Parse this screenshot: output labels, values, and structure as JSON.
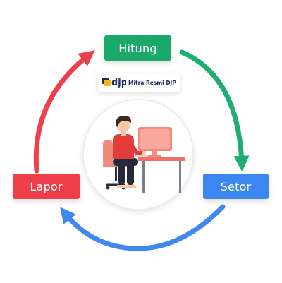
{
  "steps": {
    "hitung": "Hitung",
    "setor": "Setor",
    "lapor": "Lapor"
  },
  "badge": {
    "logo_text": "djp",
    "text": "Mitra Resmi DJP"
  },
  "colors": {
    "hitung": "#1aa86b",
    "setor": "#3b86ef",
    "lapor": "#ee3e4a",
    "arrow_green": "#1fae70",
    "arrow_blue": "#3f88ef",
    "arrow_red": "#ee3f4b",
    "badge_navy": "#1b2a5e",
    "badge_gold": "#f2b51c"
  },
  "illustration": {
    "subject": "person-at-desk-with-computer",
    "icons": [
      "person-icon",
      "computer-monitor-icon",
      "desk-icon",
      "chair-icon"
    ]
  }
}
